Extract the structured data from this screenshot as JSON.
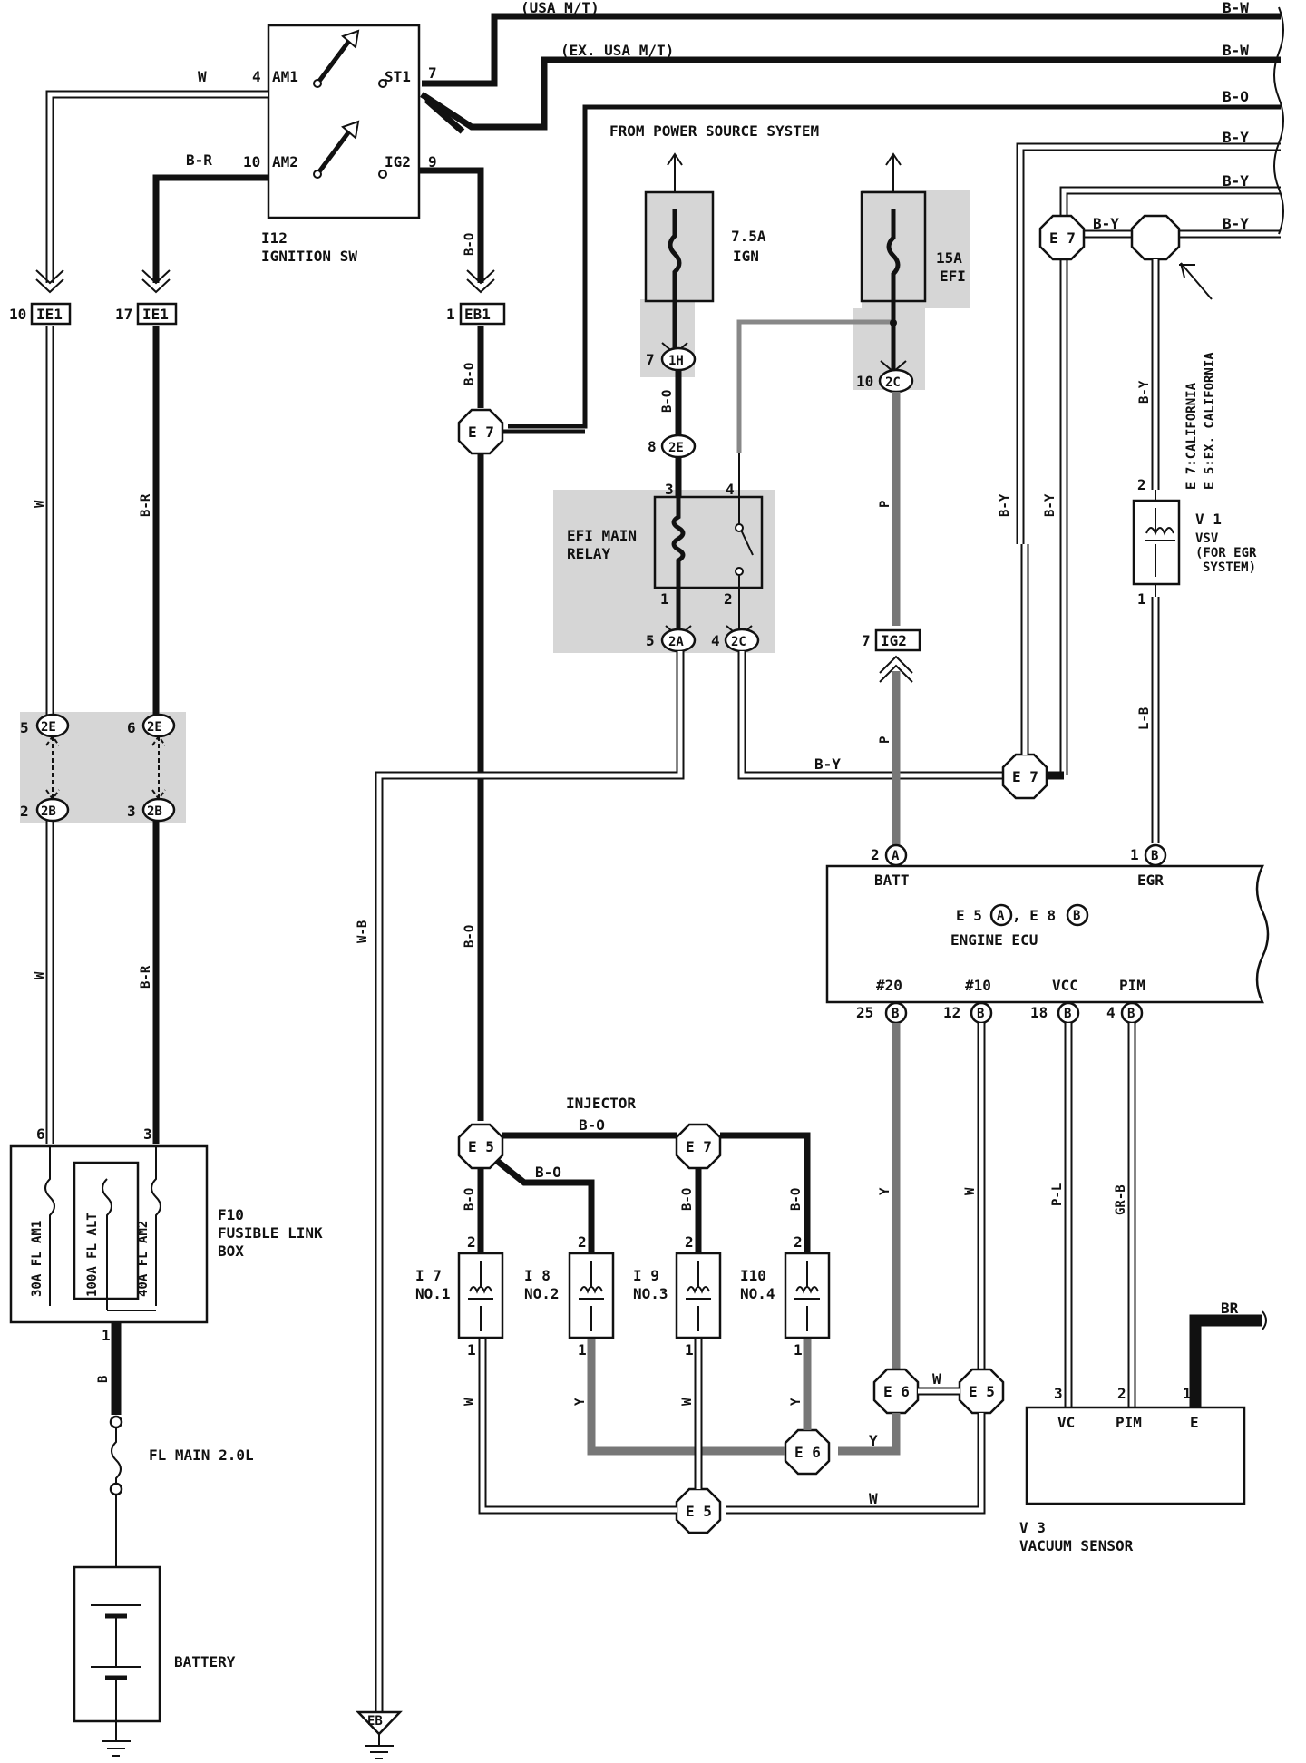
{
  "wires_right": [
    {
      "label": "(USA M/T)",
      "color": "B-W"
    },
    {
      "label": "(EX. USA M/T)",
      "color": "B-W"
    },
    {
      "label": "",
      "color": "B-O"
    },
    {
      "label": "",
      "color": "B-Y"
    },
    {
      "label": "",
      "color": "B-Y"
    },
    {
      "label": "",
      "color": "B-Y"
    }
  ],
  "power_source": "FROM POWER SOURCE SYSTEM",
  "ignition_switch": {
    "id": "I12",
    "name": "IGNITION SW",
    "pins": {
      "am1": "AM1",
      "am2": "AM2",
      "st1": "ST1",
      "ig2": "IG2"
    },
    "pin_nums": {
      "am1": "4",
      "am2": "10",
      "st1": "7",
      "ig2": "9"
    }
  },
  "wire_colors": {
    "w": "W",
    "br": "B-R",
    "bo": "B-O",
    "by": "B-Y",
    "p": "P",
    "lb": "L-B",
    "wb": "W-B",
    "y": "Y",
    "pl": "P-L",
    "grb": "GR-B",
    "b": "B",
    "bro": "BR"
  },
  "connectors": {
    "ie1a": {
      "num": "10",
      "name": "IE1"
    },
    "ie1b": {
      "num": "17",
      "name": "IE1"
    },
    "eb1": {
      "num": "1",
      "name": "EB1"
    },
    "ig2c": {
      "num": "7",
      "name": "IG2"
    },
    "c1h": {
      "num": "7",
      "name": "1H"
    },
    "c2e_relay": {
      "num": "8",
      "name": "2E"
    },
    "c2c_fuse": {
      "num": "10",
      "name": "2C"
    },
    "c2a": {
      "num": "5",
      "name": "2A"
    },
    "c2c_relay": {
      "num": "4",
      "name": "2C"
    },
    "c2e_l": {
      "num": "5",
      "name": "2E"
    },
    "c2e_r": {
      "num": "6",
      "name": "2E"
    },
    "c2b_l": {
      "num": "2",
      "name": "2B"
    },
    "c2b_r": {
      "num": "3",
      "name": "2B"
    }
  },
  "splices": {
    "e7": "E 7",
    "e5": "E 5",
    "e6": "E 6"
  },
  "fuses": {
    "ign": {
      "rating": "7.5A",
      "name": "IGN"
    },
    "efi": {
      "rating": "15A",
      "name": "EFI"
    }
  },
  "relay": {
    "name1": "EFI MAIN",
    "name2": "RELAY",
    "pins": [
      "3",
      "4",
      "1",
      "2"
    ]
  },
  "vsv": {
    "id": "V 1",
    "name1": "VSV",
    "name2": "(FOR EGR",
    "name3": "SYSTEM)",
    "pin_top": "2",
    "pin_bot": "1"
  },
  "california": {
    "line1": "E 7:CALIFORNIA",
    "line2": "E 5:EX. CALIFORNIA"
  },
  "ecu": {
    "title1": "E 5",
    "title_a": "A",
    "title_mid": ", E 8",
    "title_b": "B",
    "name": "ENGINE ECU",
    "batt": {
      "label": "BATT",
      "num": "2",
      "conn": "A"
    },
    "egr": {
      "label": "EGR",
      "num": "1",
      "conn": "B"
    },
    "bottom": [
      {
        "label": "#20",
        "num": "25",
        "conn": "B"
      },
      {
        "label": "#10",
        "num": "12",
        "conn": "B"
      },
      {
        "label": "VCC",
        "num": "18",
        "conn": "B"
      },
      {
        "label": "PIM",
        "num": "4",
        "conn": "B"
      }
    ]
  },
  "injectors": {
    "title": "INJECTOR",
    "items": [
      {
        "id": "I 7",
        "name": "NO.1"
      },
      {
        "id": "I 8",
        "name": "NO.2"
      },
      {
        "id": "I 9",
        "name": "NO.3"
      },
      {
        "id": "I10",
        "name": "NO.4"
      }
    ],
    "pin_top": "2",
    "pin_bot": "1"
  },
  "fusible_box": {
    "id": "F10",
    "name1": "FUSIBLE LINK",
    "name2": "BOX",
    "links": [
      "30A FL AM1",
      "100A FL ALT",
      "40A FL AM2"
    ],
    "pin_l": "6",
    "pin_r": "3",
    "pin_b": "1"
  },
  "fl_main": "FL MAIN 2.0L",
  "battery": "BATTERY",
  "vacuum_sensor": {
    "id": "V 3",
    "name": "VACUUM SENSOR",
    "pins": [
      {
        "label": "VC",
        "num": "3"
      },
      {
        "label": "PIM",
        "num": "2"
      },
      {
        "label": "E",
        "num": "1"
      }
    ]
  },
  "ground": "EB"
}
